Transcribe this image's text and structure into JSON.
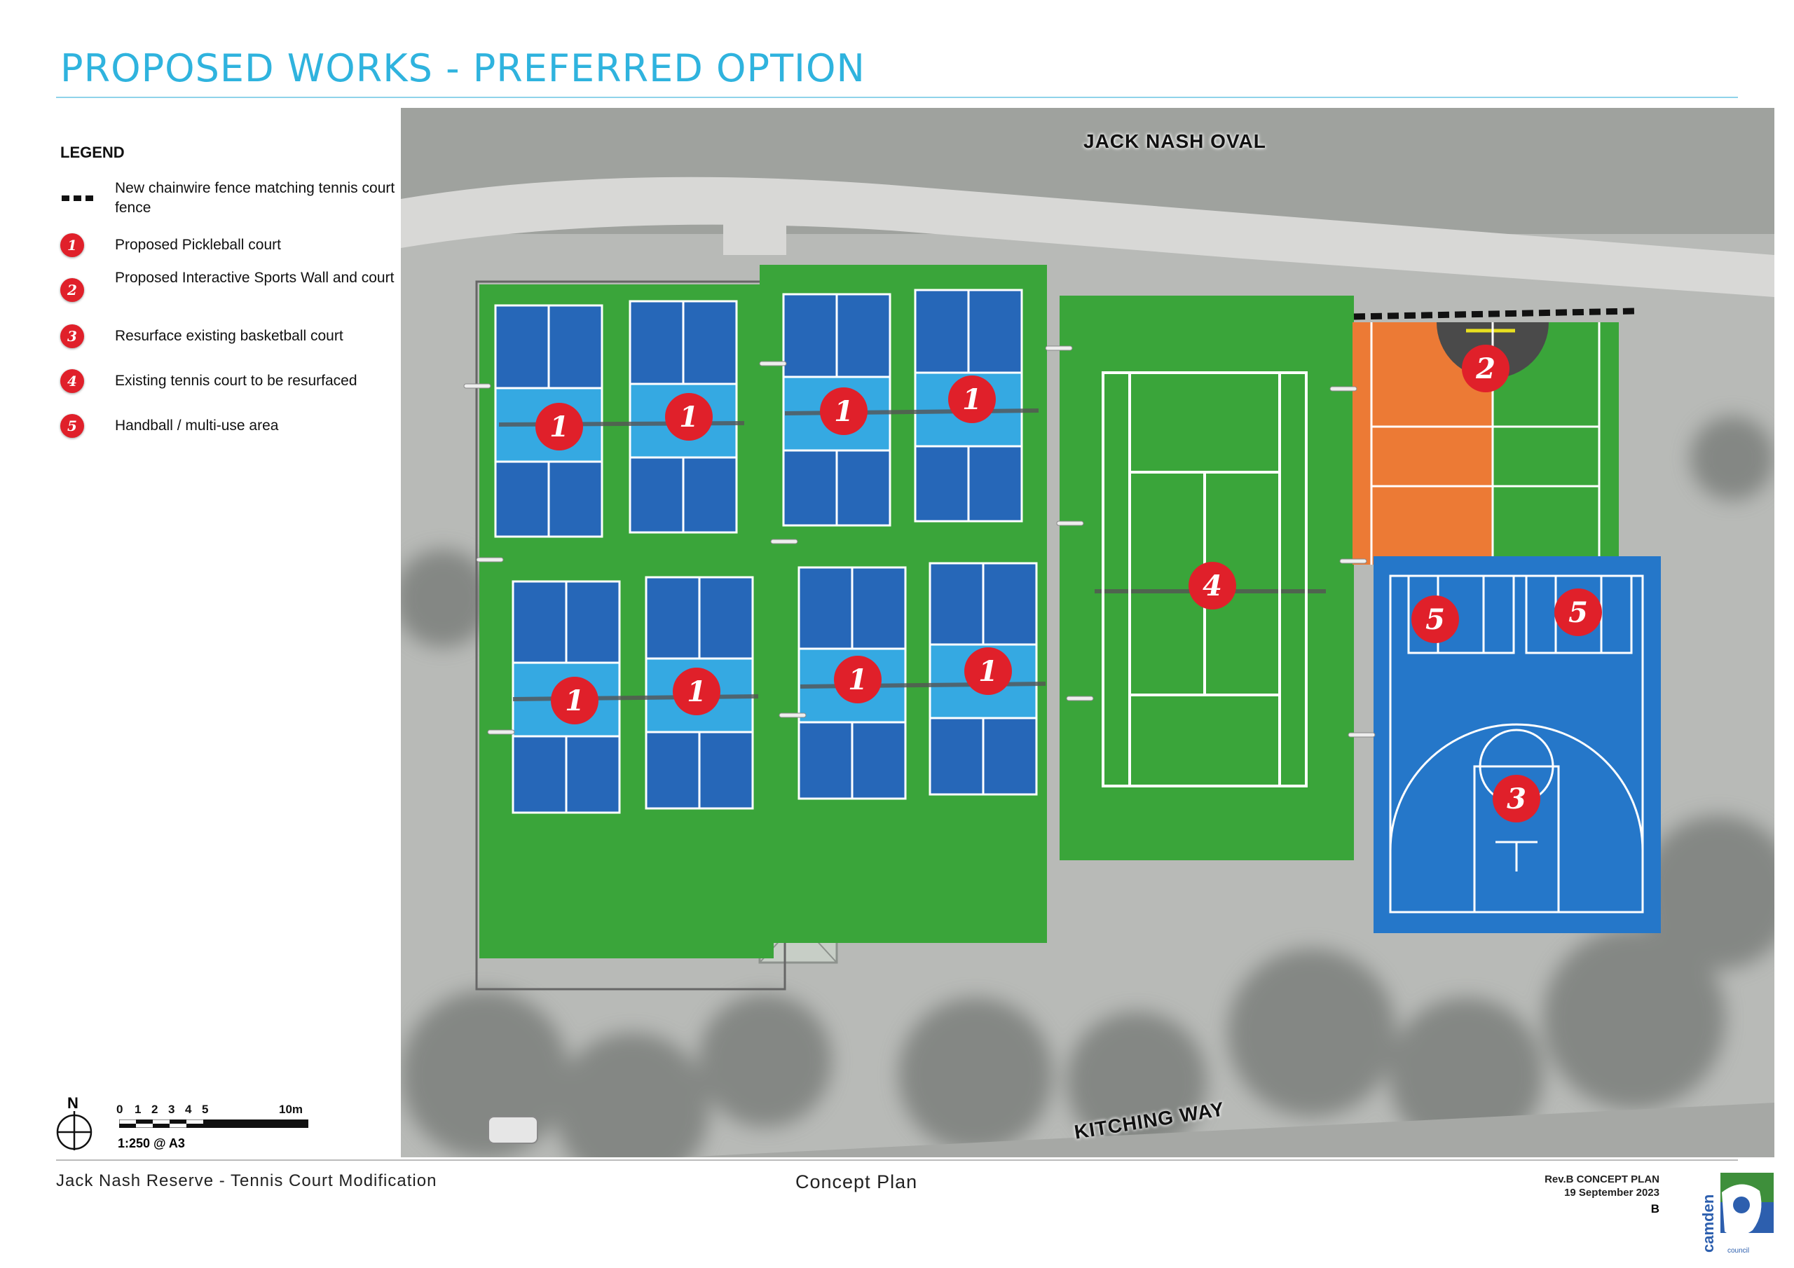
{
  "title": "PROPOSED WORKS - PREFERRED OPTION",
  "legend": {
    "heading": "LEGEND",
    "items": [
      {
        "symbol": "fence",
        "text": "New chainwire fence matching tennis court fence"
      },
      {
        "symbol": "1",
        "text": "Proposed Pickleball court"
      },
      {
        "symbol": "2",
        "text": "Proposed Interactive Sports Wall and court"
      },
      {
        "symbol": "3",
        "text": "Resurface existing basketball court"
      },
      {
        "symbol": "4",
        "text": "Existing tennis court to be resurfaced"
      },
      {
        "symbol": "5",
        "text": "Handball / multi-use area"
      }
    ]
  },
  "north_label": "N",
  "scale": {
    "ticks": [
      "0",
      "1",
      "2",
      "3",
      "4",
      "5",
      "10m"
    ],
    "ratio": "1:250 @ A3"
  },
  "map": {
    "labels": {
      "oval": "JACK NASH OVAL",
      "road": "KITCHING WAY"
    },
    "markers": [
      "1",
      "2",
      "3",
      "4",
      "5"
    ],
    "colors": {
      "grass_court": "#3aa53a",
      "pickleball_dark": "#2667b8",
      "pickleball_light": "#35a9e2",
      "handball_orange": "#ec7a35",
      "basketball_blue": "#2577c9",
      "marker_red": "#e0202a",
      "aerial_gray": "#b5b7b5"
    }
  },
  "footer": {
    "project": "Jack Nash Reserve - Tennis Court Modification",
    "drawing": "Concept Plan",
    "rev_line": "Rev.B   CONCEPT PLAN",
    "date": "19 September 2023",
    "rev": "B",
    "logo_text": "camden",
    "logo_sub": "council"
  }
}
